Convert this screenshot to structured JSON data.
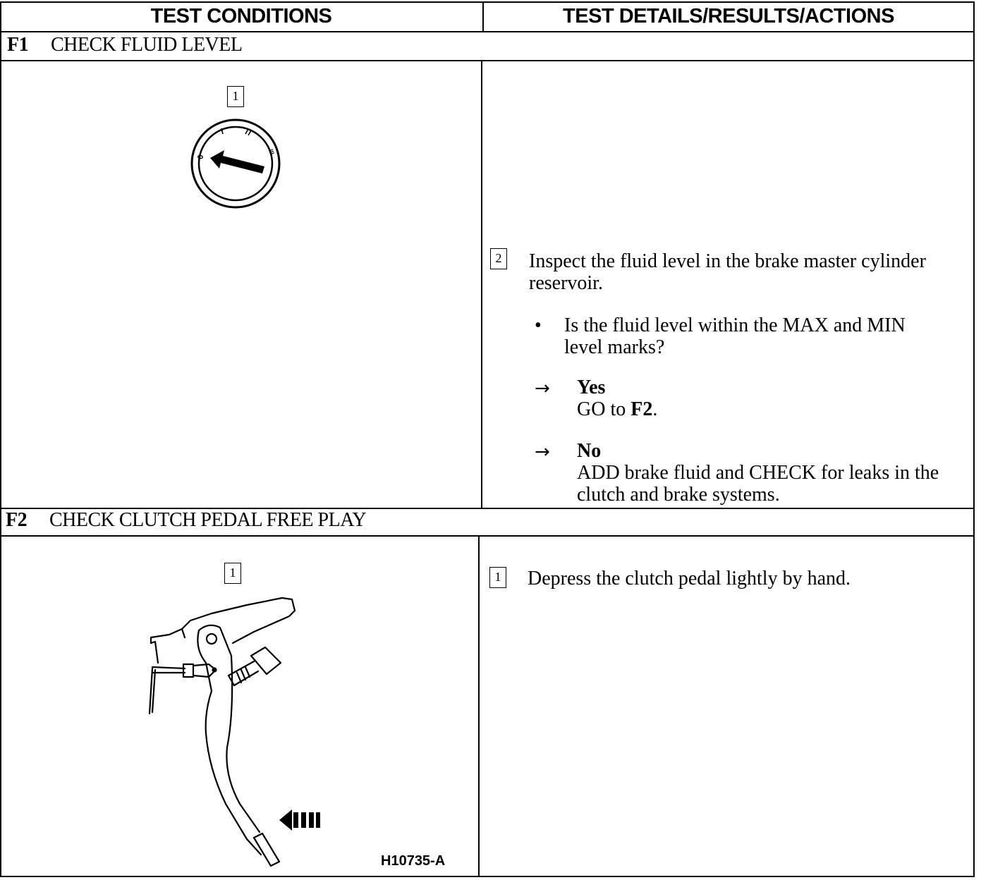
{
  "header": {
    "col_left": "TEST CONDITIONS",
    "col_right": "TEST DETAILS/RESULTS/ACTIONS"
  },
  "sections": [
    {
      "id": "F1",
      "title": "CHECK FLUID LEVEL",
      "figure_step": "1",
      "figure_icon": "ignition-switch-icon",
      "step_number": "2",
      "step_text": "Inspect the fluid level in the brake master cylinder reservoir.",
      "question": "Is the fluid level within the MAX and MIN level marks?",
      "answers": [
        {
          "label": "Yes",
          "action_prefix": "GO to ",
          "action_bold": "F2",
          "action_suffix": "."
        },
        {
          "label": "No",
          "action": "ADD brake fluid and CHECK for leaks in the clutch and brake systems."
        }
      ]
    },
    {
      "id": "F2",
      "title": "CHECK CLUTCH PEDAL FREE PLAY",
      "figure_step": "1",
      "figure_icon": "clutch-pedal-icon",
      "figure_label": "H10735-A",
      "step_number": "1",
      "step_text": "Depress the clutch pedal lightly by hand."
    }
  ],
  "switch_marks": [
    "0",
    "I",
    "II",
    "III"
  ],
  "arrow_glyph": "→",
  "bullet_glyph": "•"
}
